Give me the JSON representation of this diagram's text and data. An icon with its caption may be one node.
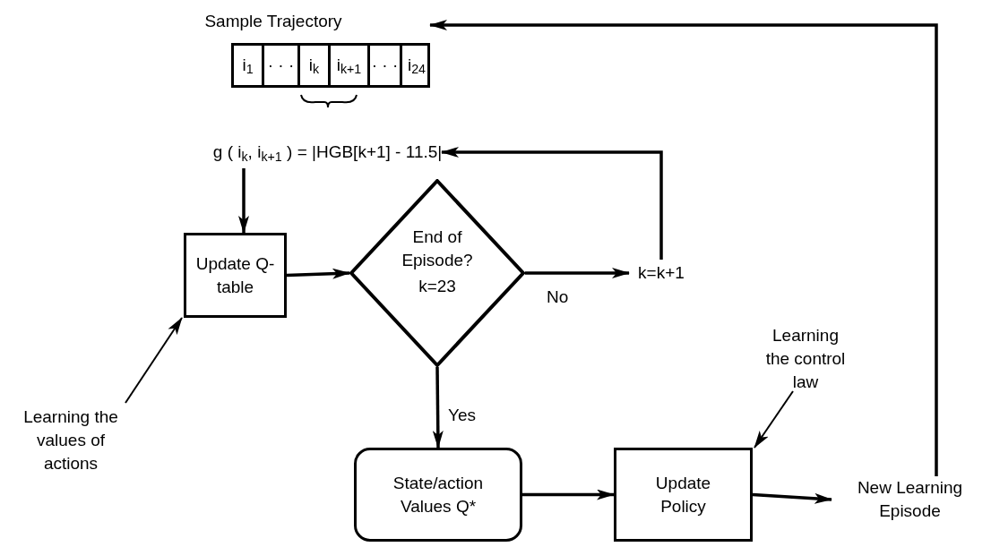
{
  "diagram": {
    "nodes": [
      {
        "text": [
          "Sample Trajectory"
        ]
      },
      {
        "text": [
          "i$_{1}$"
        ],
        "in": 0
      },
      {
        "text": [
          "· · ·"
        ],
        "in": 0
      },
      {
        "text": [
          "i$_{k}$"
        ],
        "in": 0
      },
      {
        "text": [
          "i$_{k+1}$"
        ],
        "in": 0
      },
      {
        "text": [
          "· · ·"
        ],
        "in": 0
      },
      {
        "text": [
          "i$_{24}$"
        ],
        "in": 0
      },
      {
        "text": [
          "g ( i$_{k}$, i$_{k+1}$ ) = |HGB[k+1] - 11.5|"
        ]
      },
      {
        "text": [
          "Update Q-table"
        ]
      },
      {
        "text": [
          "End of Episode?",
          "k=23"
        ]
      },
      {
        "text": [
          "k=k+1"
        ]
      },
      {
        "text": [
          "State/action Values Q*"
        ]
      },
      {
        "text": [
          "Update Policy"
        ]
      },
      {
        "text": [
          "New Learning Episode"
        ]
      },
      {
        "text": [
          "Learning the values of actions"
        ]
      },
      {
        "text": [
          "Learning the control law"
        ]
      }
    ],
    "edges": [
      {
        "from": 7,
        "to": 8,
        "arrow": "to"
      },
      {
        "from": 8,
        "to": 9,
        "arrow": "to"
      },
      {
        "from": 9,
        "to": 10,
        "arrow": "to",
        "label": "No"
      },
      {
        "from": 10,
        "to": 7,
        "arrow": "to"
      },
      {
        "from": 9,
        "to": 11,
        "arrow": "to",
        "label": "Yes"
      },
      {
        "from": 11,
        "to": 12,
        "arrow": "to"
      },
      {
        "from": 12,
        "to": 13,
        "arrow": "to"
      },
      {
        "from": 13,
        "to": 0,
        "arrow": "to"
      },
      {
        "from": 14,
        "to": 8,
        "arrow": "to"
      },
      {
        "from": 15,
        "to": 12,
        "arrow": "to"
      }
    ]
  }
}
